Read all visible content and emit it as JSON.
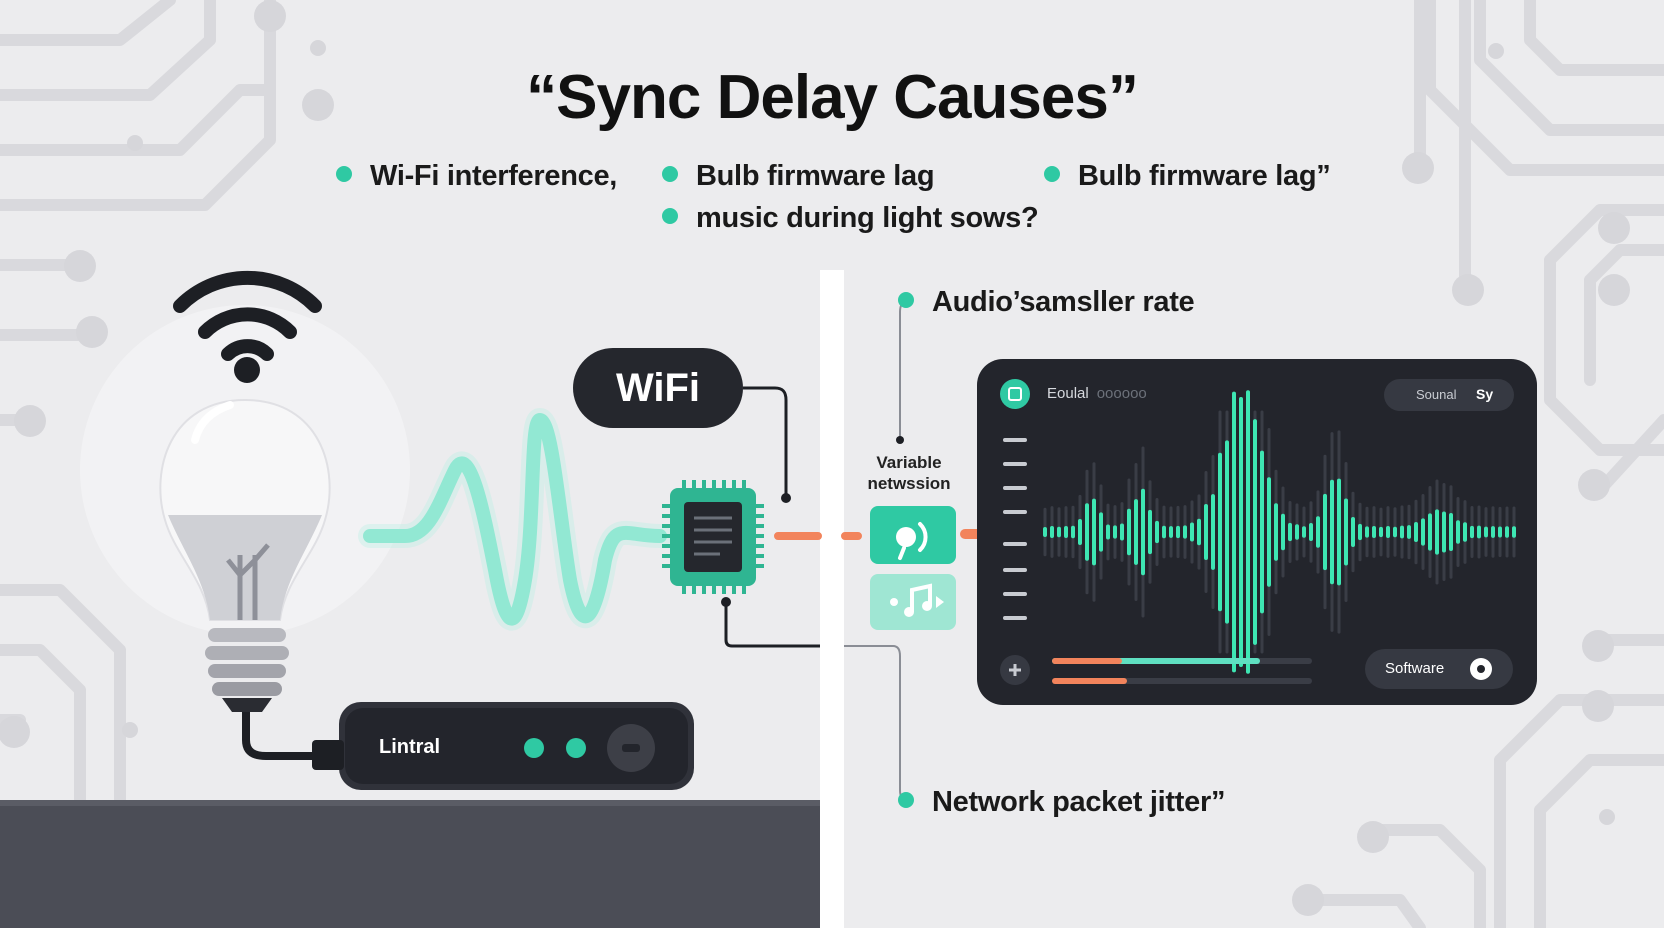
{
  "title": "“Sync Delay Causes”",
  "bullets": {
    "wifi_interference": "Wi-Fi interference,",
    "firmware_lag_1": "Bulb firmware lag",
    "firmware_lag_2": "Bulb firmware lag”",
    "music_during": "music during light sows?",
    "audio_sampler": "Audio’samsller rate",
    "network_jitter": "Network packet jitter”"
  },
  "labels": {
    "wifi_pill": "WiFi",
    "variable_line1": "Variable",
    "variable_line2": "netwssion",
    "hub": "Lintral"
  },
  "panel": {
    "title": "Eoulal",
    "title_dim": "oooooo",
    "badge_left": "Sounal",
    "badge_right": "Sy",
    "button": "Software",
    "progress_teal": 0.8,
    "progress_orange": 0.29
  },
  "colors": {
    "accent": "#2fc9a3",
    "waveform": "#3ee6b3",
    "orange": "#f2845c",
    "dark_panel": "#23252c",
    "background": "#ececee",
    "circuit_lines": "#d6d6da"
  },
  "icons": [
    "wifi-signal-icon",
    "light-bulb-icon",
    "chip-icon",
    "speaker-icon",
    "music-note-icon",
    "plus-icon",
    "app-icon"
  ]
}
